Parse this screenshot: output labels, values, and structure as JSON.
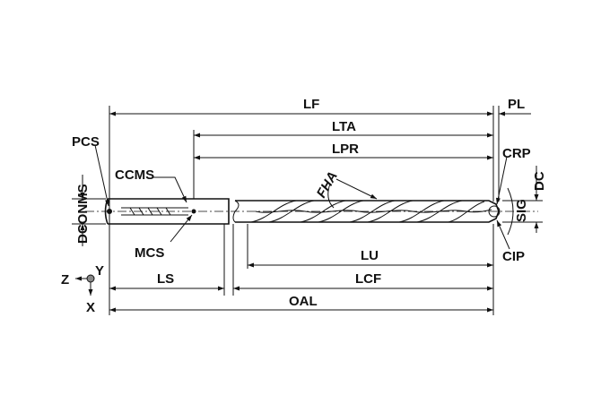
{
  "labels": {
    "lf": "LF",
    "pl": "PL",
    "lta": "LTA",
    "lpr": "LPR",
    "pcs": "PCS",
    "ccms": "CCMS",
    "dconms": "DCONMS",
    "fha": "FHA",
    "crp": "CRP",
    "dc": "DC",
    "sig": "SIG",
    "mcs": "MCS",
    "lu": "LU",
    "cip": "CIP",
    "ls": "LS",
    "lcf": "LCF",
    "oal": "OAL",
    "axis_z": "Z",
    "axis_y": "Y",
    "axis_x": "X"
  }
}
